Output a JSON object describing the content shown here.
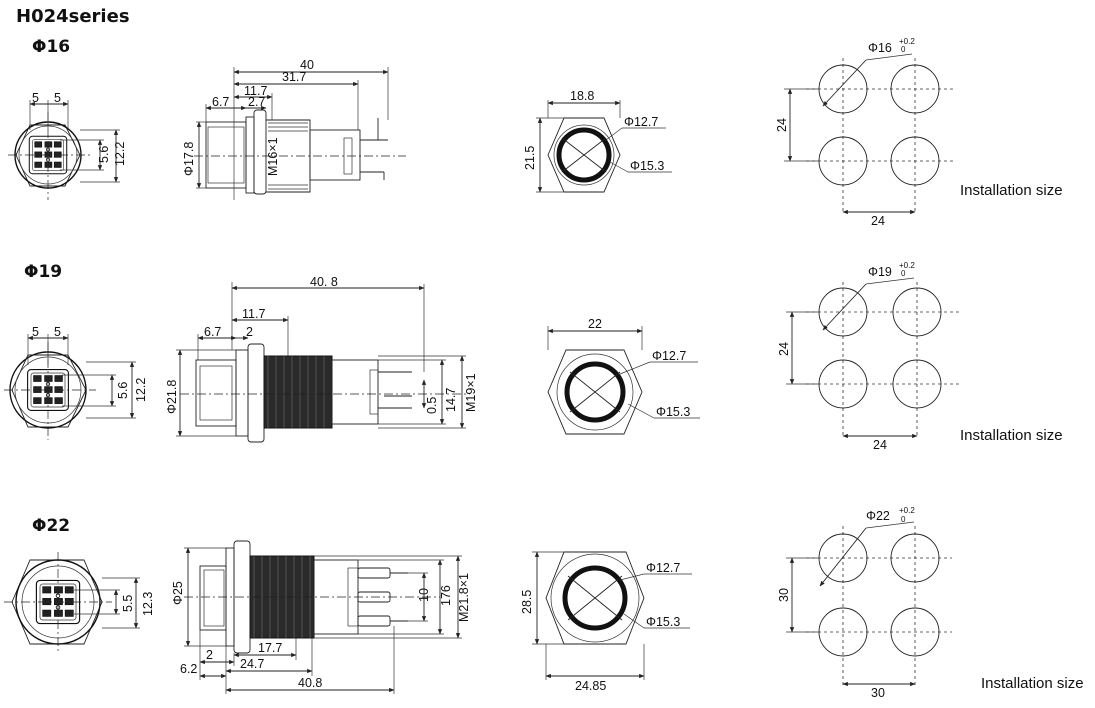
{
  "page_title": "H024series",
  "sizes": [
    {
      "heading": "Φ16",
      "front_view": {
        "pitch_a": "5",
        "pitch_b": "5",
        "pin_row": "5.6",
        "pin_height": "12.2"
      },
      "side_view": {
        "length_total": "40",
        "length_body": "31.7",
        "length_thread": "11.7",
        "bezel": "6.7",
        "nut": "2.7",
        "diameter_bezel": "Φ17.8",
        "thread": "M16×1"
      },
      "top_view": {
        "width": "18.8",
        "height": "21.5",
        "inner_dia": "Φ12.7",
        "outer_dia": "Φ15.3"
      },
      "installation": {
        "hole_dia": "Φ16",
        "tol_upper": "+0.2",
        "tol_lower": "0",
        "pitch_v": "24",
        "pitch_h": "24",
        "label": "Installation size"
      }
    },
    {
      "heading": "Φ19",
      "front_view": {
        "pitch_a": "5",
        "pitch_b": "5",
        "pin_row": "5.6",
        "pin_height": "12.2"
      },
      "side_view": {
        "length_total": "40. 8",
        "length_thread": "11.7",
        "bezel": "6.7",
        "nut": "2",
        "diameter_bezel": "Φ21.8",
        "pin_gap": "0.5",
        "body_height": "14.7",
        "thread": "M19×1"
      },
      "top_view": {
        "width": "22",
        "inner_dia": "Φ12.7",
        "outer_dia": "Φ15.3"
      },
      "installation": {
        "hole_dia": "Φ19",
        "tol_upper": "+0.2",
        "tol_lower": "0",
        "pitch_v": "24",
        "pitch_h": "24",
        "label": "Installation size"
      }
    },
    {
      "heading": "Φ22",
      "front_view": {
        "pin_row": "5.5",
        "pin_height": "12.3"
      },
      "side_view": {
        "diameter_bezel": "Φ25",
        "pin_gap": "10",
        "body_height": "176",
        "thread": "M21.8×1",
        "bezel": "6.2",
        "nut": "2",
        "length_thread": "17.7",
        "length_body": "24.7",
        "length_total": "40.8"
      },
      "top_view": {
        "height": "28.5",
        "width": "24.85",
        "inner_dia": "Φ12.7",
        "outer_dia": "Φ15.3"
      },
      "installation": {
        "hole_dia": "Φ22",
        "tol_upper": "+0.2",
        "tol_lower": "0",
        "pitch_v": "30",
        "pitch_h": "30",
        "label": "Installation size"
      }
    }
  ]
}
